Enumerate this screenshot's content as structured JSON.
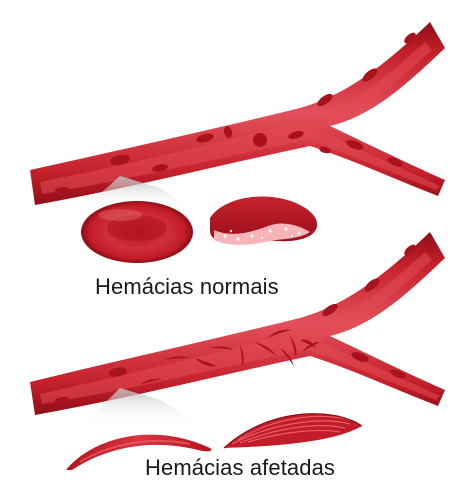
{
  "panels": [
    {
      "id": "normal",
      "caption": "Hemácias normais",
      "cell_shape": "round-disc"
    },
    {
      "id": "affected",
      "caption": "Hemácias afetadas",
      "cell_shape": "sickle"
    }
  ],
  "colors": {
    "vessel_wall": "#b3151f",
    "vessel_lumen": "#e14a56",
    "vessel_highlight": "#f07c84",
    "cell_fill": "#c21c28",
    "cell_dark": "#8f0d16",
    "cell_light": "#ee6a73",
    "cell_cut_inner": "#f6b3b8",
    "magnifier_cone": "#cfcfcf",
    "caption_text": "#1a1a1a"
  }
}
